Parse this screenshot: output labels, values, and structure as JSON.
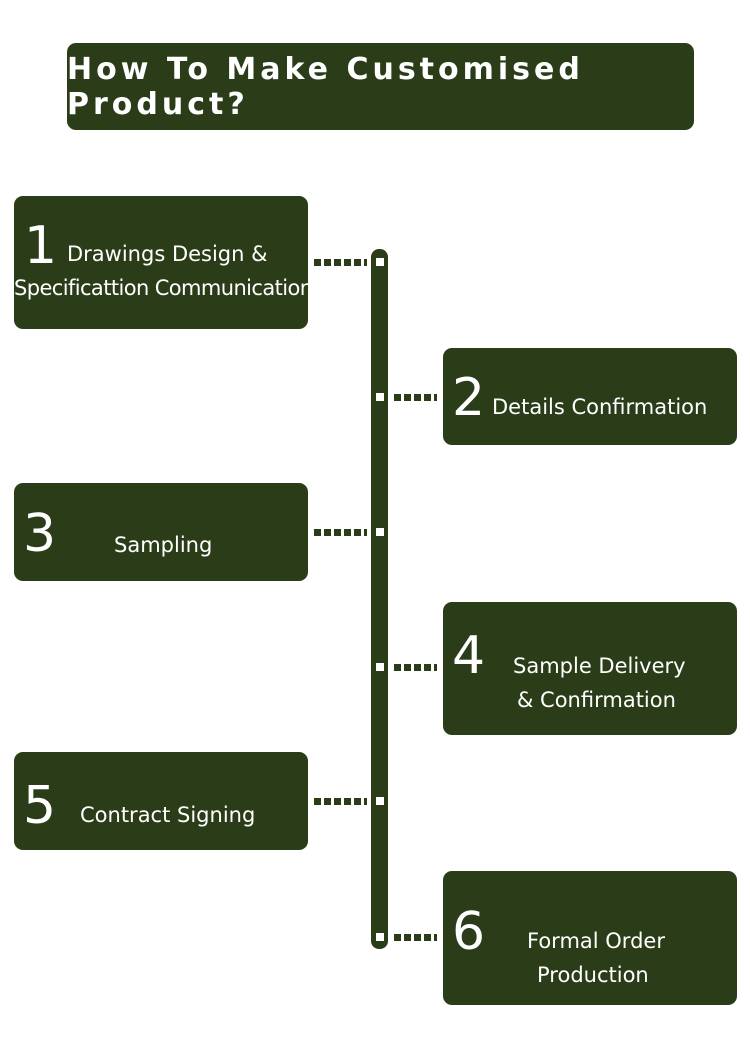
{
  "title": "How To Make Customised Product?",
  "colors": {
    "box": "#2b3d18",
    "text": "#ffffff",
    "background": "#ffffff"
  },
  "steps": [
    {
      "number": "1",
      "line1": "Drawings Design  &",
      "line2": "Specificattion Communication"
    },
    {
      "number": "2",
      "line1": "Details Confirmation"
    },
    {
      "number": "3",
      "line1": "Sampling"
    },
    {
      "number": "4",
      "line1": "Sample Delivery",
      "line2": "& Confirmation"
    },
    {
      "number": "5",
      "line1": "Contract Signing"
    },
    {
      "number": "6",
      "line1": "Formal Order",
      "line2": "Production"
    }
  ]
}
